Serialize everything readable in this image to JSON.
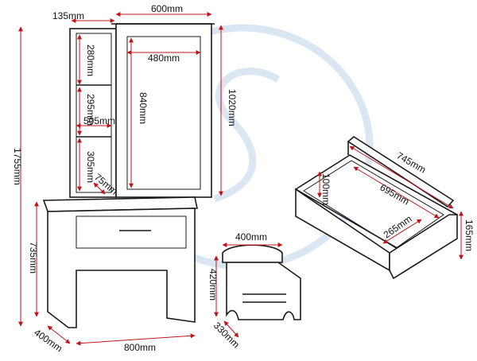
{
  "dims": {
    "mirror_shelf_depth": "135mm",
    "mirror_width": "600mm",
    "mirror_glass_width": "480mm",
    "shelf_top_height": "280mm",
    "shelf_mid_height": "295mm",
    "shelf_bottom_height": "305mm",
    "mirror_glass_height": "840mm",
    "mirror_total_height": "1020mm",
    "shelf_width": "505mm",
    "base_gap": "75mm",
    "total_height": "1755mm",
    "table_height": "735mm",
    "table_depth": "400mm",
    "table_width": "800mm",
    "stool_width": "400mm",
    "stool_height": "420mm",
    "stool_depth": "330mm",
    "drawer_outer_width": "745mm",
    "drawer_inner_width": "695mm",
    "drawer_inner_height": "100mm",
    "drawer_inner_depth": "265mm",
    "drawer_outer_height": "165mm"
  },
  "colors": {
    "dimension_line": "#c0141b",
    "outline": "#1a1a1a",
    "watermark": "#dbe6f3"
  }
}
